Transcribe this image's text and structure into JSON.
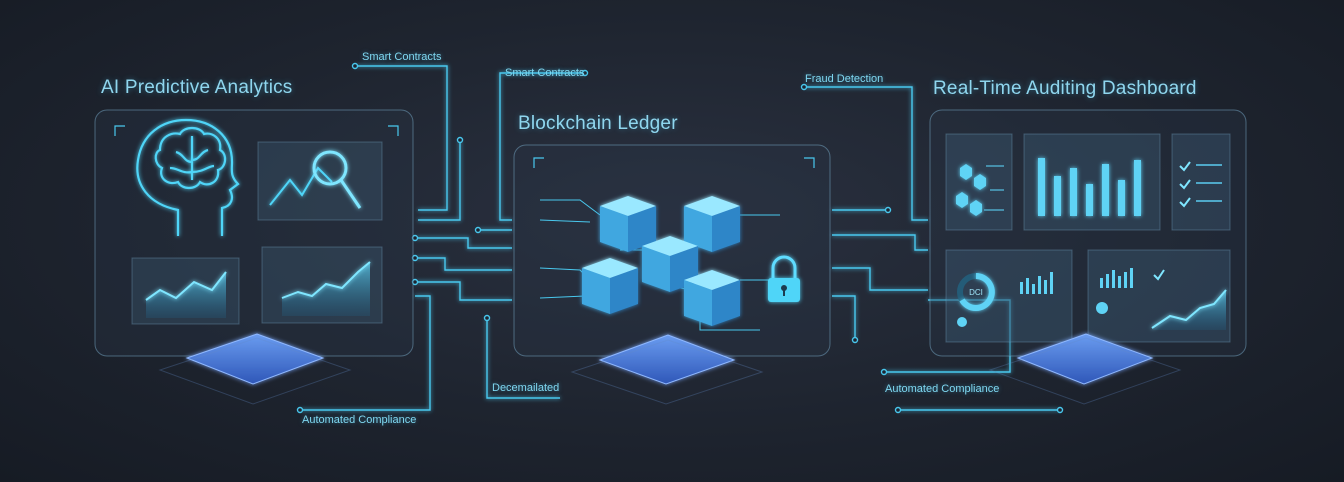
{
  "colors": {
    "accent": "#3fd0f5",
    "line": "#49c8ee",
    "title": "#8fd6ee",
    "panel_border": "#78aac8",
    "platform": "#4a7de0",
    "background": "#1e242f"
  },
  "sections": {
    "ai": {
      "title": "AI Predictive Analytics"
    },
    "blockchain": {
      "title": "Blockchain Ledger"
    },
    "dashboard": {
      "title": "Real-Time Auditing Dashboard"
    }
  },
  "callouts": {
    "smart_contracts_1": "Smart Contracts",
    "smart_contracts_2": "Smart Contracts",
    "fraud_detection": "Fraud Detection",
    "decentralized": "Decemailated",
    "automated_compliance_1": "Automated Compliance",
    "automated_compliance_2": "Automated Compliance"
  },
  "dashboard_widgets": {
    "donut_value": "DCI"
  },
  "icons": {
    "brain": "brain-head-icon",
    "magnifier": "magnifier-icon",
    "lock": "padlock-icon",
    "checks": "checkbox-icon"
  }
}
